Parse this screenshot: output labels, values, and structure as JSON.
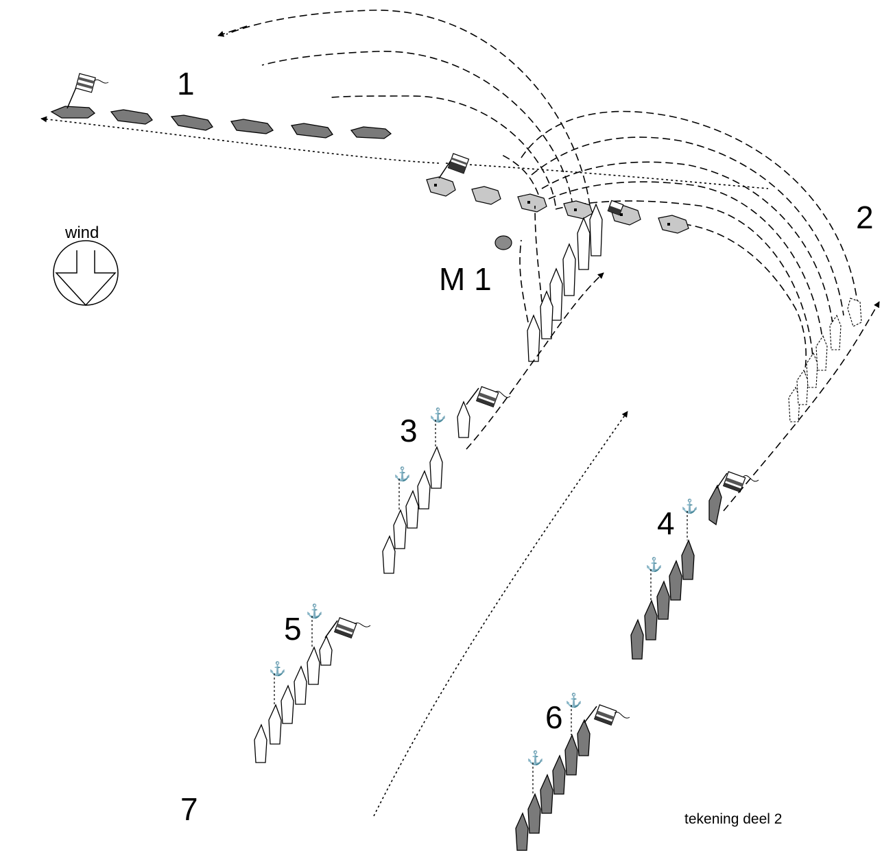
{
  "labels": {
    "station_1": "1",
    "station_2": "2",
    "station_3": "3",
    "station_4": "4",
    "station_5": "5",
    "station_6": "6",
    "station_7": "7",
    "mark": "M 1",
    "wind": "wind",
    "caption": "tekening deel 2"
  },
  "colors": {
    "dark_boat": "#7a7a7a",
    "grey_boat": "#c8c8c8",
    "light_boat": "#ffffff",
    "mark": "#8a8a8a"
  }
}
